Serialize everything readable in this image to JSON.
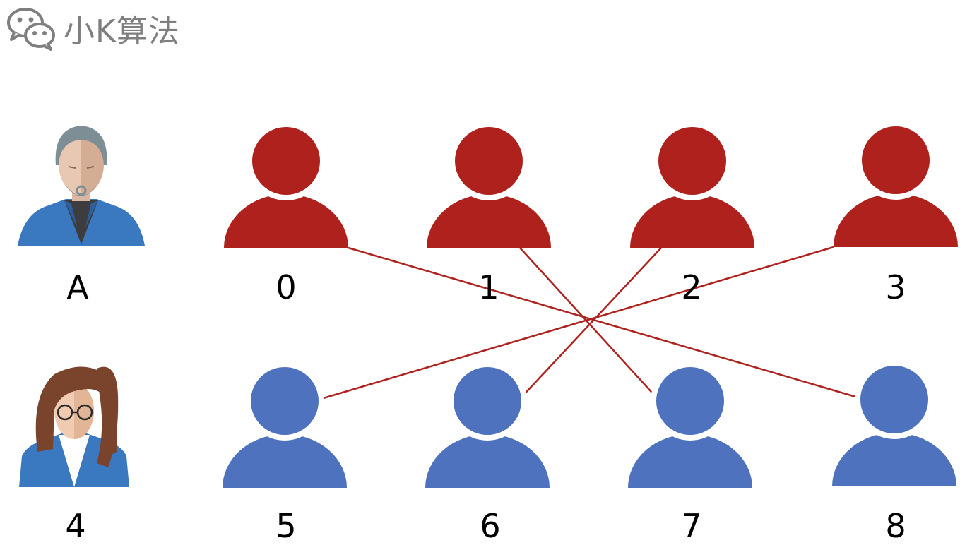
{
  "brand": {
    "name": "小K算法",
    "icon": "wechat-icon"
  },
  "colors": {
    "red": "#ae211c",
    "blue": "#4e72bd",
    "line": "#ae211c",
    "brand_gray": "#7f7f7f"
  },
  "rows": [
    {
      "avatar": {
        "label": "A",
        "icon": "man-avatar-icon"
      },
      "users": [
        {
          "label": "0",
          "color": "red"
        },
        {
          "label": "1",
          "color": "red"
        },
        {
          "label": "2",
          "color": "red"
        },
        {
          "label": "3",
          "color": "red"
        }
      ]
    },
    {
      "avatar": {
        "label": "4",
        "icon": "woman-avatar-icon"
      },
      "users": [
        {
          "label": "5",
          "color": "blue"
        },
        {
          "label": "6",
          "color": "blue"
        },
        {
          "label": "7",
          "color": "blue"
        },
        {
          "label": "8",
          "color": "blue"
        }
      ]
    }
  ],
  "connections": [
    {
      "from": "0",
      "to": "8"
    },
    {
      "from": "1",
      "to": "7"
    },
    {
      "from": "2",
      "to": "6"
    },
    {
      "from": "3",
      "to": "5"
    }
  ]
}
